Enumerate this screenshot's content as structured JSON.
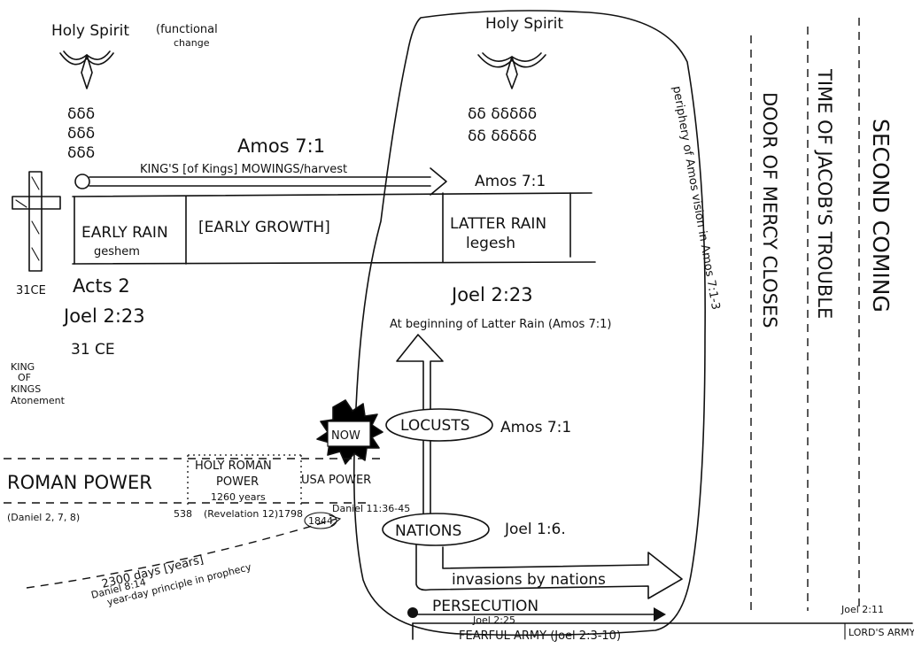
{
  "left_spirit": {
    "label": "Holy Spirit",
    "note_line1": "(functional",
    "note_line2": "change"
  },
  "right_spirit": {
    "label": "Holy Spirit"
  },
  "amos_top": "Amos 7:1",
  "harvest_label": "KING'S [of Kings] MOWINGS/harvest",
  "amos_right": "Amos 7:1",
  "rain_table": {
    "early_rain": "EARLY RAIN",
    "early_rain_word": "geshem",
    "early_growth": "[EARLY GROWTH]",
    "latter_rain": "LATTER RAIN",
    "latter_rain_word": "legesh"
  },
  "left_notes": {
    "year_31ce_a": "31CE",
    "acts": "Acts 2",
    "joel_223": "Joel 2:23",
    "year_31ce_b": "31 CE",
    "king_of_kings_line1": "KING",
    "king_of_kings_line2": "OF",
    "king_of_kings_line3": "KINGS",
    "atonement": "Atonement"
  },
  "joel_center": {
    "title": "Joel 2:23",
    "caption": "At beginning of Latter Rain (Amos 7:1)"
  },
  "periphery_note": "periphery of Amos vision in Amos 7:1-3",
  "now_badge": "NOW",
  "locusts": {
    "label": "LOCUSTS",
    "ref": "Amos 7:1"
  },
  "nations": {
    "label": "NATIONS",
    "ref": "Joel 1:6."
  },
  "invasions_label": "invasions by nations",
  "powers": {
    "roman": "ROMAN POWER",
    "holy_roman_line1": "HOLY ROMAN",
    "holy_roman_line2": "POWER",
    "holy_roman_years": "1260 years",
    "usa": "USA POWER",
    "daniel_ref": "(Daniel 2, 7, 8)",
    "year_538": "538",
    "revelation_ref": "(Revelation 12)",
    "year_1798": "1798",
    "year_1844": "1844",
    "daniel_1136": "Daniel 11:36-45"
  },
  "prophecy_note": {
    "line1": "2300 days [years]",
    "line2": "Daniel 8:14",
    "line3": "year-day principle in prophecy"
  },
  "persecution": {
    "label": "PERSECUTION",
    "ref": "Joel 2:25",
    "army": "FEARFUL ARMY (Joel 2:3-10)"
  },
  "columns": {
    "door_of_mercy": "DOOR OF MERCY CLOSES",
    "jacobs_trouble": "TIME OF JACOB'S TROUBLE",
    "second_coming": "SECOND COMING"
  },
  "lords_army": {
    "ref": "Joel 2:11",
    "label": "LORD'S ARMY"
  }
}
